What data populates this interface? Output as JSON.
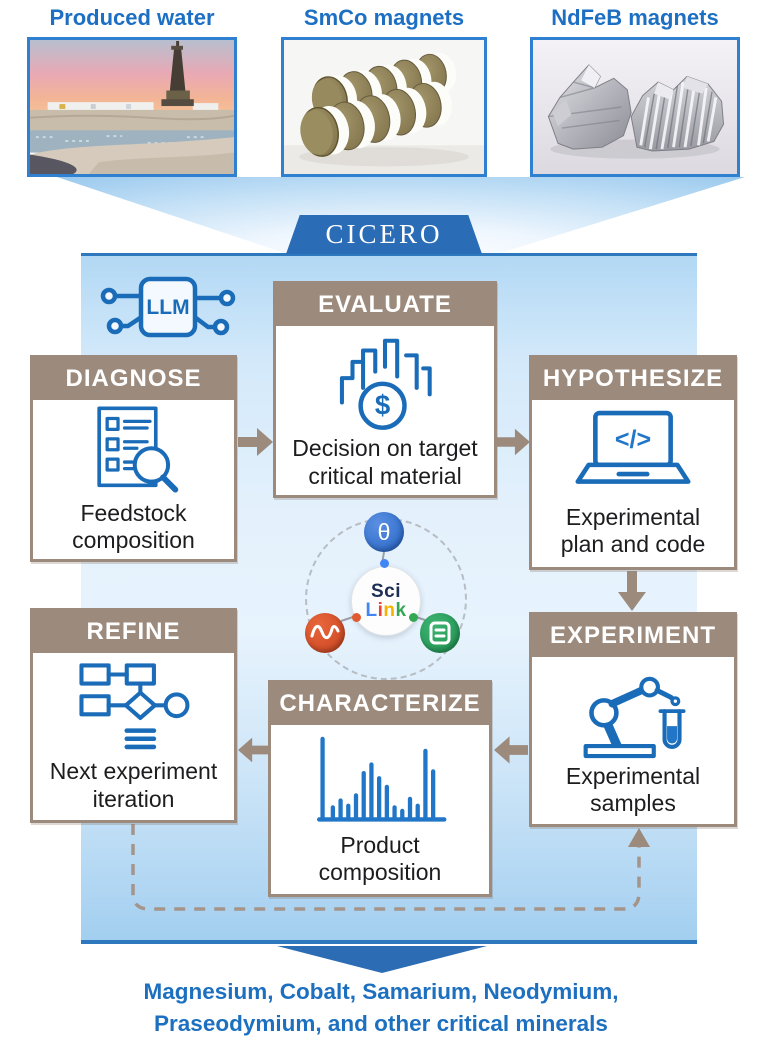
{
  "feedstock_labels": [
    "Produced water",
    "SmCo magnets",
    "NdFeB magnets"
  ],
  "banner_title": "CICERO",
  "llm_label": "LLM",
  "stages": {
    "diagnose": {
      "title": "DIAGNOSE",
      "caption": "Feedstock composition"
    },
    "evaluate": {
      "title": "EVALUATE",
      "caption": "Decision on target critical material"
    },
    "hypothesize": {
      "title": "HYPOTHESIZE",
      "caption": "Experimental plan and code"
    },
    "experiment": {
      "title": "EXPERIMENT",
      "caption": "Experimental samples"
    },
    "characterize": {
      "title": "CHARACTERIZE",
      "caption": "Product composition"
    },
    "refine": {
      "title": "REFINE",
      "caption": "Next experiment iteration"
    }
  },
  "icons": {
    "dollar_glyph": "$",
    "code_glyph": "</>",
    "theta_glyph": "θ"
  },
  "scilink": {
    "sci": "Sci",
    "link_letters": [
      {
        "ch": "L",
        "color": "#4285f4"
      },
      {
        "ch": "i",
        "color": "#ea4335"
      },
      {
        "ch": "n",
        "color": "#f4b400"
      },
      {
        "ch": "k",
        "color": "#34a853"
      }
    ]
  },
  "footer": {
    "line1": "Magnesium, Cobalt, Samarium, Neodymium,",
    "line2": "Praseodymium, and other critical minerals"
  },
  "colors": {
    "accent_blue": "#1c6fc2",
    "banner_blue": "#2a6cb5",
    "panel_border_blue": "#2e79bd",
    "stage_tan": "#9c8b7d",
    "icon_blue": "#1b6cb8",
    "footer_blue": "#1d70bf"
  }
}
